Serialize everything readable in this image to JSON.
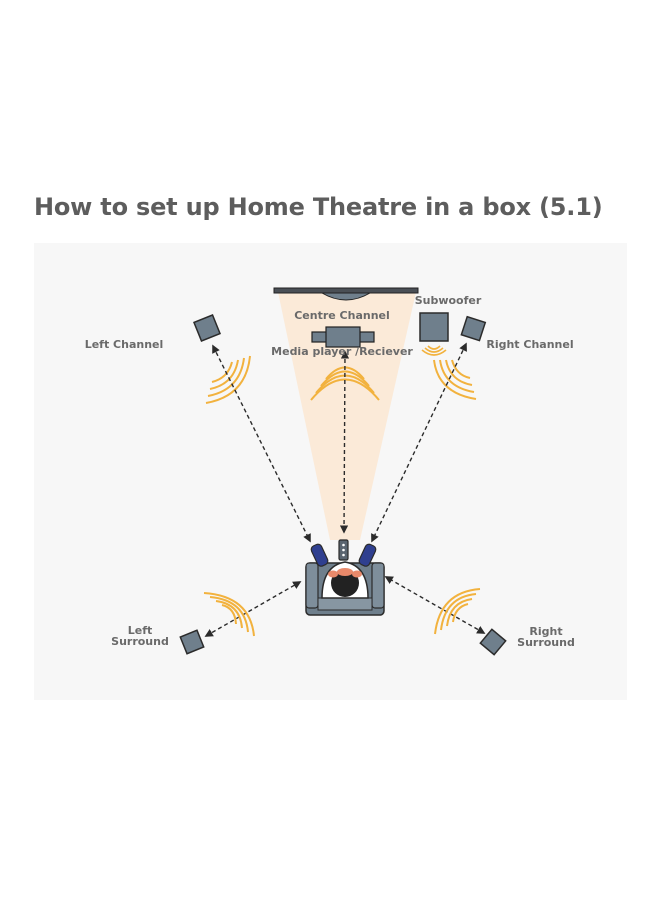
{
  "title": "How to set up Home Theatre in a box (5.1)",
  "labels": {
    "centre_channel": "Centre Channel",
    "media_player": "Media player /Reciever",
    "subwoofer": "Subwoofer",
    "left_channel": "Left Channel",
    "right_channel": "Right Channel",
    "left_surround_line1": "Left",
    "left_surround_line2": "Surround",
    "right_surround_line1": "Right",
    "right_surround_line2": "Surround"
  },
  "colors": {
    "speaker_fill": "#6f7f8c",
    "speaker_stroke": "#2b2b2b",
    "sound_wave": "#f2b23e",
    "beam": "#fbe8d2",
    "arrow": "#2b2b2b",
    "panel_bg": "#f7f7f7",
    "title": "#5d5d5d"
  }
}
